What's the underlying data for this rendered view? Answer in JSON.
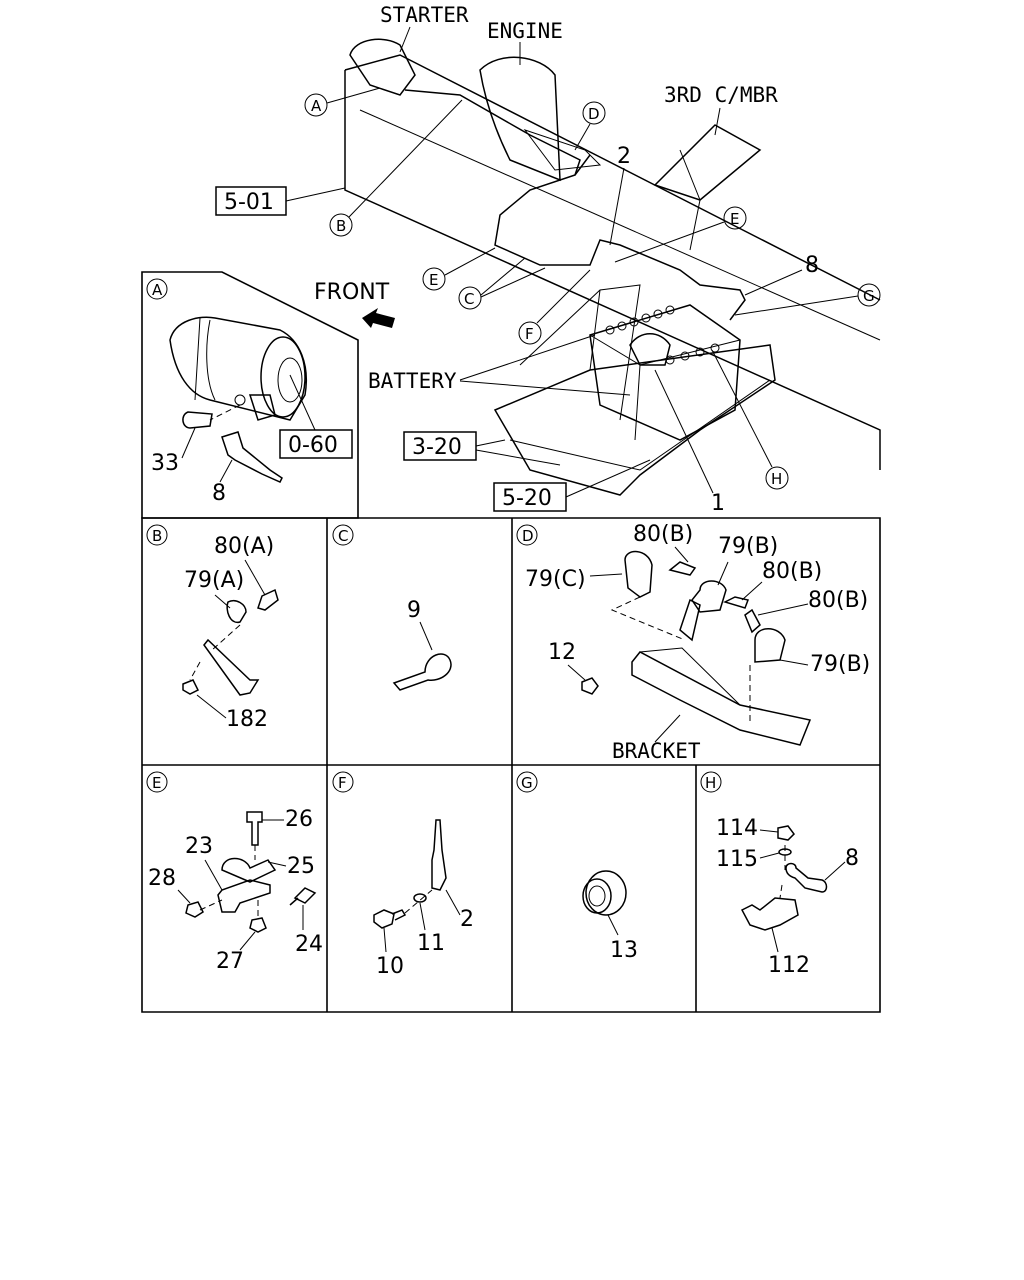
{
  "labels": {
    "starter": "STARTER",
    "engine": "ENGINE",
    "third_cmbr": "3RD C/MBR",
    "front": "FRONT",
    "battery": "BATTERY",
    "bracket": "BRACKET"
  },
  "refs": {
    "r501": "5-01",
    "r060": "0-60",
    "r320": "3-20",
    "r520": "5-20"
  },
  "callouts": {
    "A": "A",
    "B": "B",
    "C": "C",
    "D": "D",
    "E": "E",
    "F": "F",
    "G": "G",
    "H": "H"
  },
  "parts": {
    "p1": "1",
    "p2": "2",
    "p8": "8",
    "a33": "33",
    "a8": "8",
    "b80a": "80(A)",
    "b79a": "79(A)",
    "b182": "182",
    "c9": "9",
    "d80b1": "80(B)",
    "d79b1": "79(B)",
    "d79c": "79(C)",
    "d80b2": "80(B)",
    "d80b3": "80(B)",
    "d12": "12",
    "d79b2": "79(B)",
    "e26": "26",
    "e23": "23",
    "e25": "25",
    "e28": "28",
    "e24": "24",
    "e27": "27",
    "f2": "2",
    "f11": "11",
    "f10": "10",
    "g13": "13",
    "h114": "114",
    "h115": "115",
    "h8": "8",
    "h112": "112"
  }
}
